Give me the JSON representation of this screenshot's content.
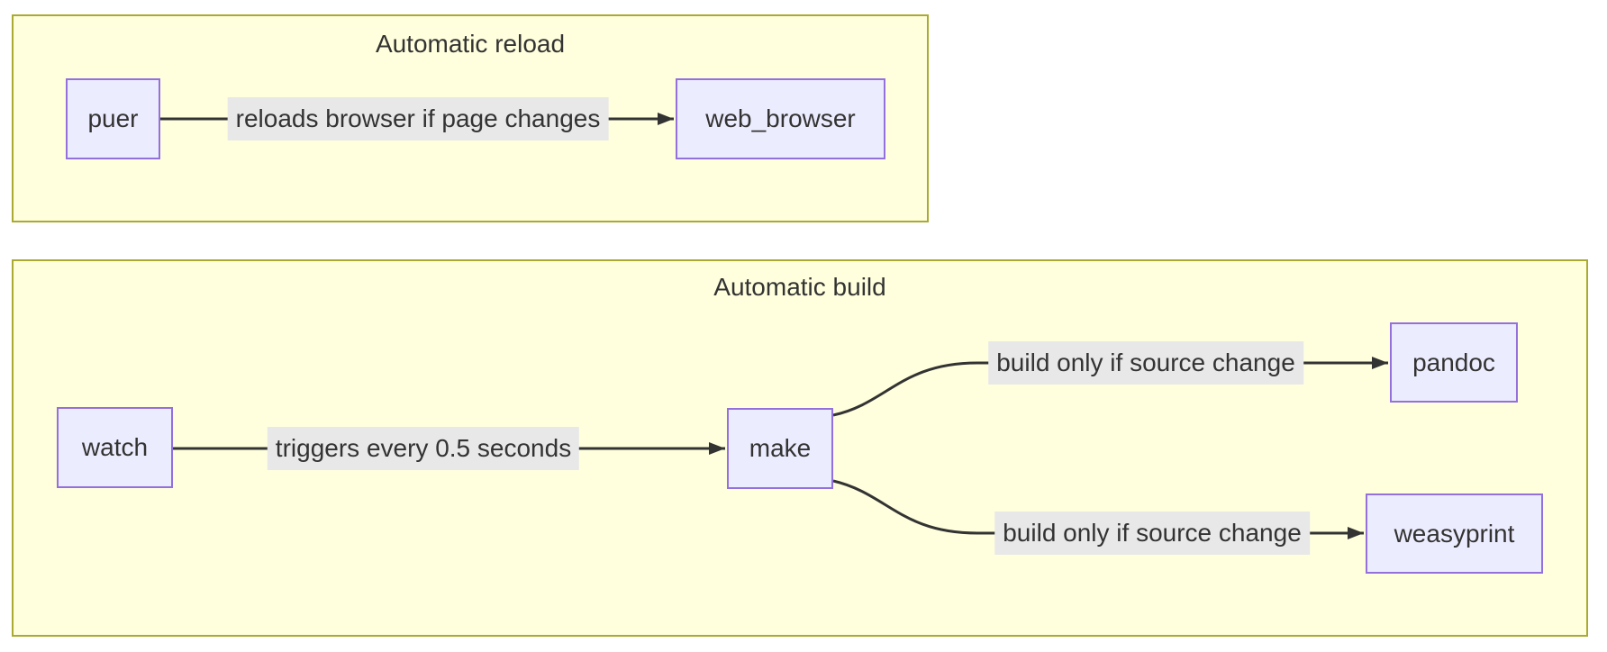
{
  "diagram": {
    "clusters": {
      "reload": {
        "title": "Automatic reload"
      },
      "build": {
        "title": "Automatic build"
      }
    },
    "nodes": {
      "puer": {
        "label": "puer",
        "cluster": "reload"
      },
      "web_browser": {
        "label": "web_browser",
        "cluster": "reload"
      },
      "watch": {
        "label": "watch",
        "cluster": "build"
      },
      "make": {
        "label": "make",
        "cluster": "build"
      },
      "pandoc": {
        "label": "pandoc",
        "cluster": "build"
      },
      "weasyprint": {
        "label": "weasyprint",
        "cluster": "build"
      }
    },
    "edges": {
      "puer_web_browser": {
        "from": "puer",
        "to": "web_browser",
        "label": "reloads browser if page changes"
      },
      "watch_make": {
        "from": "watch",
        "to": "make",
        "label": "triggers every 0.5 seconds"
      },
      "make_pandoc": {
        "from": "make",
        "to": "pandoc",
        "label": "build only if source change"
      },
      "make_weasyprint": {
        "from": "make",
        "to": "weasyprint",
        "label": "build only if source change"
      }
    },
    "colors": {
      "cluster_fill": "#ffffde",
      "cluster_border": "#aaaa33",
      "node_fill": "#ececff",
      "node_border": "#9370db",
      "edge_color": "#333333",
      "edge_label_bg": "#e8e8e8",
      "text": "#333333",
      "page_bg": "#ffffff"
    }
  }
}
